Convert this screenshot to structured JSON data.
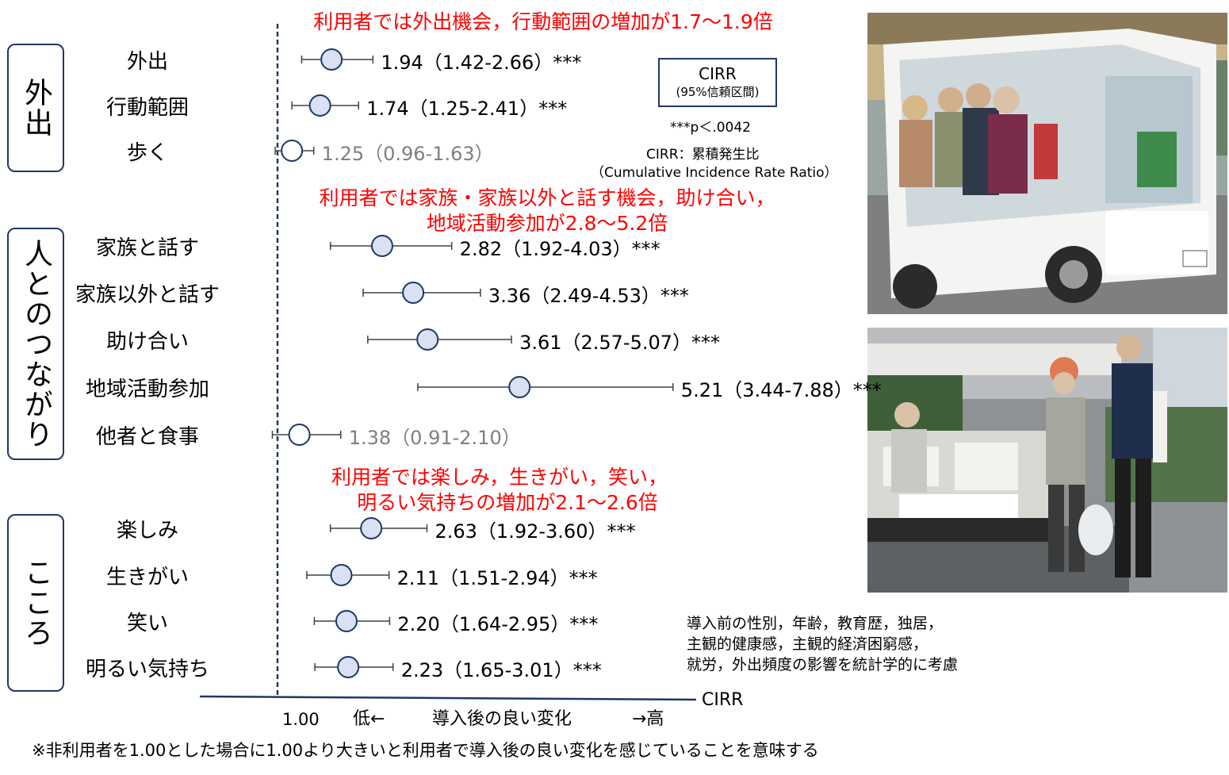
{
  "headlines": {
    "outing": "利用者では外出機会，行動範囲の増加が1.7～1.9倍",
    "connection_line1": "利用者では家族・家族以外と話す機会，助け合い，",
    "connection_line2": "地域活動参加が2.8～5.2倍",
    "mind_line1": "利用者では楽しみ，生きがい，笑い，",
    "mind_line2": "明るい気持ちの増加が2.1～2.6倍"
  },
  "groups": [
    {
      "label": "外出"
    },
    {
      "label": "人とのつながり"
    },
    {
      "label": "こころ"
    }
  ],
  "legend": {
    "box_title": "CIRR",
    "box_sub": "(95%信頼区間)",
    "pvalue": "***p＜.0042",
    "def_line1": "CIRR：累積発生比",
    "def_line2": "（Cumulative Incidence Rate Ratio）"
  },
  "axis": {
    "ref_label": "1.00",
    "low_label": "低←",
    "center_label": "導入後の良い変化",
    "high_label": "→高",
    "name": "CIRR"
  },
  "adjustment_note": {
    "line1": "導入前の性別，年齢，教育歴，独居，",
    "line2": "主観的健康感，主観的経済困窮感，",
    "line3": "就労，外出頻度の影響を統計学的に考慮"
  },
  "footnote": "※非利用者を1.00とした場合に1.00より大きいと利用者で導入後の良い変化を感じていることを意味する",
  "chart_data": {
    "type": "forest",
    "xlabel": "CIRR",
    "reference": 1.0,
    "rows": [
      {
        "group": "外出",
        "label": "外出",
        "est": 1.94,
        "lo": 1.42,
        "hi": 2.66,
        "text": "1.94（1.42-2.66）***",
        "sig": true
      },
      {
        "group": "外出",
        "label": "行動範囲",
        "est": 1.74,
        "lo": 1.25,
        "hi": 2.41,
        "text": "1.74（1.25-2.41）***",
        "sig": true
      },
      {
        "group": "外出",
        "label": "歩く",
        "est": 1.25,
        "lo": 0.96,
        "hi": 1.63,
        "text": "1.25（0.96-1.63）",
        "sig": false
      },
      {
        "group": "人とのつながり",
        "label": "家族と話す",
        "est": 2.82,
        "lo": 1.92,
        "hi": 4.03,
        "text": "2.82（1.92-4.03）***",
        "sig": true
      },
      {
        "group": "人とのつながり",
        "label": "家族以外と話す",
        "est": 3.36,
        "lo": 2.49,
        "hi": 4.53,
        "text": "3.36（2.49-4.53）***",
        "sig": true
      },
      {
        "group": "人とのつながり",
        "label": "助け合い",
        "est": 3.61,
        "lo": 2.57,
        "hi": 5.07,
        "text": "3.61（2.57-5.07）***",
        "sig": true
      },
      {
        "group": "人とのつながり",
        "label": "地域活動参加",
        "est": 5.21,
        "lo": 3.44,
        "hi": 7.88,
        "text": "5.21（3.44-7.88）***",
        "sig": true
      },
      {
        "group": "人とのつながり",
        "label": "他者と食事",
        "est": 1.38,
        "lo": 0.91,
        "hi": 2.1,
        "text": "1.38（0.91-2.10）",
        "sig": false
      },
      {
        "group": "こころ",
        "label": "楽しみ",
        "est": 2.63,
        "lo": 1.92,
        "hi": 3.6,
        "text": "2.63（1.92-3.60）***",
        "sig": true
      },
      {
        "group": "こころ",
        "label": "生きがい",
        "est": 2.11,
        "lo": 1.51,
        "hi": 2.94,
        "text": "2.11（1.51-2.94）***",
        "sig": true
      },
      {
        "group": "こころ",
        "label": "笑い",
        "est": 2.2,
        "lo": 1.64,
        "hi": 2.95,
        "text": "2.20（1.64-2.95）***",
        "sig": true
      },
      {
        "group": "こころ",
        "label": "明るい気持ち",
        "est": 2.23,
        "lo": 1.65,
        "hi": 3.01,
        "text": "2.23（1.65-3.01）***",
        "sig": true
      }
    ]
  },
  "colors": {
    "accent_red": "#ff0000",
    "navy": "#1f3864",
    "marker_sig": "#d9e1f2",
    "marker_nonsig": "#ffffff"
  }
}
